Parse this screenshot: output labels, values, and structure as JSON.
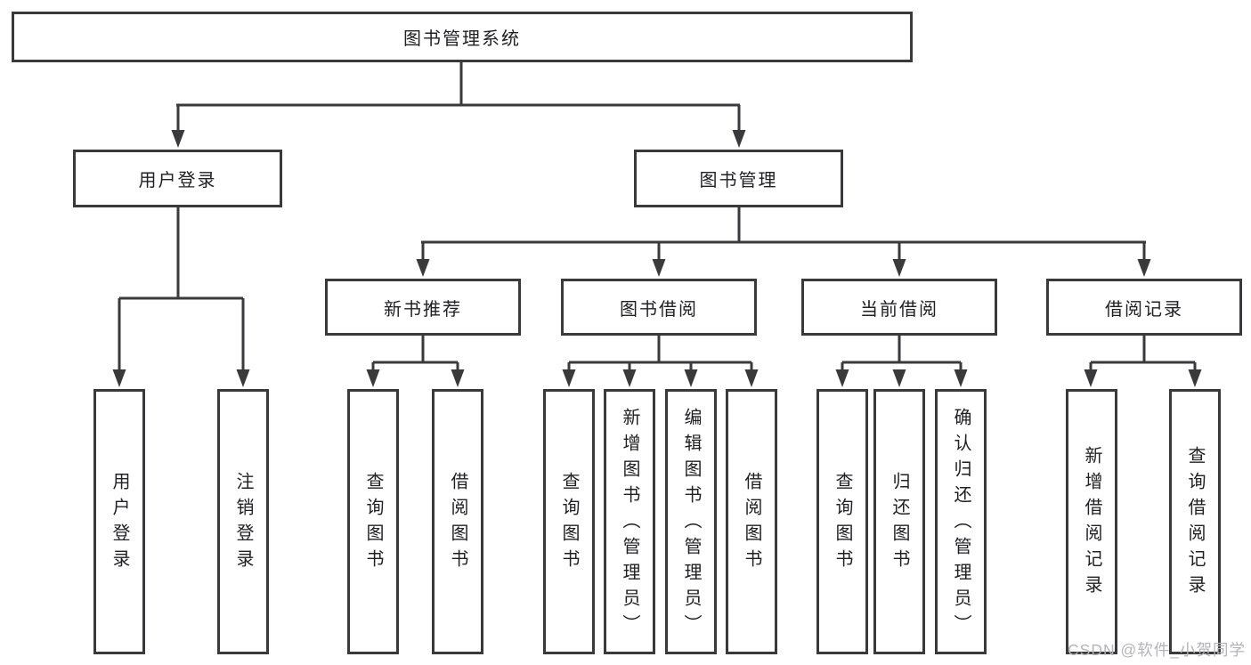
{
  "tree": {
    "label": "图书管理系统",
    "children": [
      {
        "label": "用户登录",
        "children": [
          {
            "label": "用户登录"
          },
          {
            "label": "注销登录"
          }
        ]
      },
      {
        "label": "图书管理",
        "children": [
          {
            "label": "新书推荐",
            "children": [
              {
                "label": "查询图书"
              },
              {
                "label": "借阅图书"
              }
            ]
          },
          {
            "label": "图书借阅",
            "children": [
              {
                "label": "查询图书"
              },
              {
                "label": "新增图书（管理员）"
              },
              {
                "label": "编辑图书（管理员）"
              },
              {
                "label": "借阅图书"
              }
            ]
          },
          {
            "label": "当前借阅",
            "children": [
              {
                "label": "查询图书"
              },
              {
                "label": "归还图书"
              },
              {
                "label": "确认归还（管理员）"
              }
            ]
          },
          {
            "label": "借阅记录",
            "children": [
              {
                "label": "新增借阅记录"
              },
              {
                "label": "查询借阅记录"
              }
            ]
          }
        ]
      }
    ]
  },
  "watermark": {
    "text": "CSDN @软件_小贺同学"
  },
  "colors": {
    "line": "#3a3a3c",
    "box_border": "#3a3a3c",
    "text": "#212125",
    "watermark": "#b4b4b8",
    "background": "#ffffff"
  }
}
